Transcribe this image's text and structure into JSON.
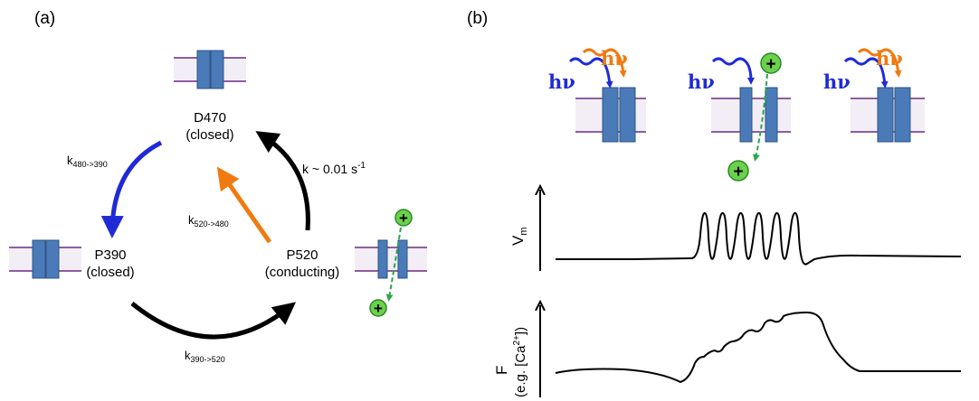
{
  "panels": {
    "a": {
      "label": "(a)",
      "states": {
        "d470": {
          "name": "D470",
          "status": "(closed)"
        },
        "p390": {
          "name": "P390",
          "status": "(closed)"
        },
        "p520": {
          "name": "P520",
          "status": "(conducting)"
        }
      },
      "rates": {
        "r480_390": {
          "k": "k",
          "sub": "480->390"
        },
        "r520_480": {
          "k": "k",
          "sub": "520->480"
        },
        "r390_520": {
          "k": "k",
          "sub": "390->520"
        },
        "thermal": {
          "main": "k ~ 0.01 s",
          "sup": "-1"
        }
      },
      "ion_symbol": "+"
    },
    "b": {
      "label": "(b)",
      "photon": "hν",
      "ion_symbol": "+",
      "vm_label": {
        "main": "V",
        "sub": "m"
      },
      "f_label": {
        "line1": "F",
        "line2_pre": "(e.g. [Ca",
        "line2_sup": "2+",
        "line2_post": "])"
      }
    }
  },
  "colors": {
    "channel_fill": "#4a7ab8",
    "channel_edge": "#2e5584",
    "membrane_line": "#6b2a82",
    "membrane_fill": "#f3eef6",
    "blue_light": "#1f2bd6",
    "orange_light": "#f07a10",
    "ion_fill": "#6bd14a",
    "ion_edge": "#2a8a2a",
    "ion_path": "#2aa84a"
  }
}
